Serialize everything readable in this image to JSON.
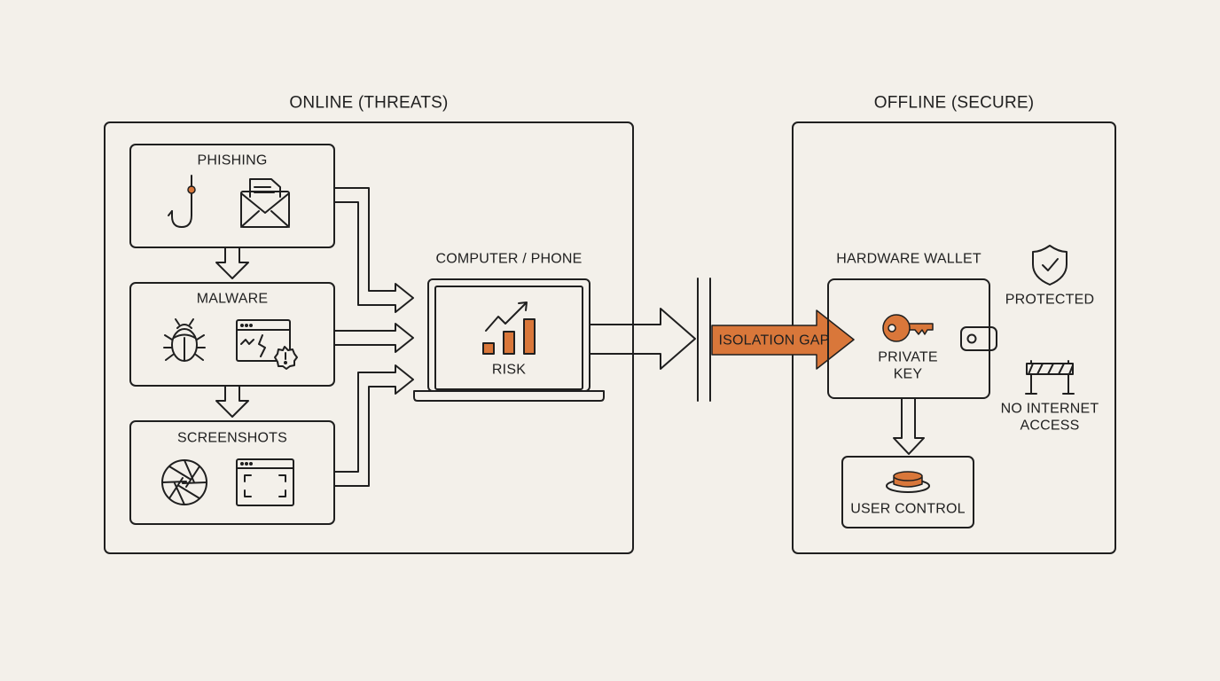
{
  "sections": {
    "online_title": "ONLINE (THREATS)",
    "offline_title": "OFFLINE (SECURE)"
  },
  "threats": {
    "phishing": {
      "label": "PHISHING",
      "icons": [
        "fishing-hook-icon",
        "envelope-icon"
      ]
    },
    "malware": {
      "label": "MALWARE",
      "icons": [
        "bug-icon",
        "broken-window-alert-icon"
      ]
    },
    "screenshots": {
      "label": "SCREENSHOTS",
      "icons": [
        "camera-aperture-icon",
        "screen-capture-icon"
      ]
    }
  },
  "device": {
    "title": "COMPUTER / PHONE",
    "risk_label": "RISK",
    "icons": [
      "laptop-icon",
      "rising-bar-chart-icon"
    ]
  },
  "isolation": {
    "label": "ISOLATION GAP"
  },
  "wallet": {
    "title": "HARDWARE WALLET",
    "key_label_line1": "PRIVATE",
    "key_label_line2": "KEY",
    "icons": [
      "key-icon",
      "wallet-button-icon"
    ]
  },
  "protected": {
    "label": "PROTECTED",
    "icon": "shield-check-icon"
  },
  "no_internet": {
    "label_line1": "NO INTERNET",
    "label_line2": "ACCESS",
    "icon": "barrier-icon"
  },
  "user_control": {
    "label": "USER CONTROL",
    "icon": "button-icon"
  },
  "colors": {
    "background": "#f3f0ea",
    "stroke": "#1f1f1f",
    "accent": "#d9773a"
  }
}
